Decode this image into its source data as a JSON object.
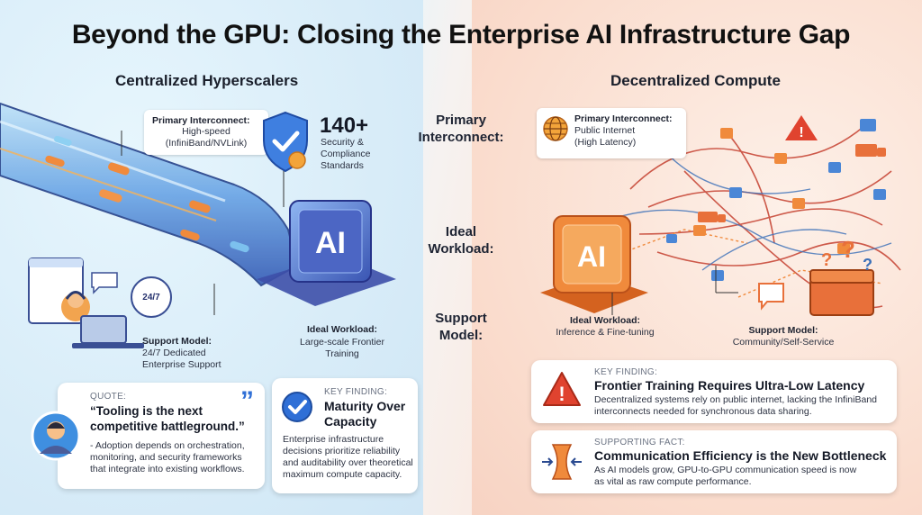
{
  "title": "Beyond the GPU: Closing the Enterprise AI Infrastructure Gap",
  "left": {
    "heading": "Centralized Hyperscalers",
    "interconnect": {
      "label": "Primary Interconnect:",
      "value_line1": "High-speed",
      "value_line2": "(InfiniBand/NVLink)"
    },
    "stat": {
      "value": "140+",
      "line1": "Security &",
      "line2": "Compliance",
      "line3": "Standards"
    },
    "chip_text": "AI",
    "support": {
      "label": "Support Model:",
      "line1": "24/7 Dedicated",
      "line2": "Enterprise Support",
      "badge": "24/7"
    },
    "workload": {
      "label": "Ideal Workload:",
      "line1": "Large-scale Frontier",
      "line2": "Training"
    },
    "quote_card": {
      "tag": "QUOTE:",
      "quote_line1": "“Tooling is the next",
      "quote_line2": "competitive battleground.”",
      "body_line1": "- Adoption depends on orchestration,",
      "body_line2": "monitoring, and security frameworks",
      "body_line3": "that integrate into existing workflows."
    },
    "finding_card": {
      "tag": "KEY FINDING:",
      "title_line1": "Maturity Over",
      "title_line2": "Capacity",
      "body_line1": "Enterprise infrastructure",
      "body_line2": "decisions prioritize reliability",
      "body_line3": "and auditability over theoretical",
      "body_line4": "maximum compute capacity."
    }
  },
  "middle": {
    "interconnect_line1": "Primary",
    "interconnect_line2": "Interconnect:",
    "workload_line1": "Ideal",
    "workload_line2": "Workload:",
    "support_line1": "Support",
    "support_line2": "Model:"
  },
  "right": {
    "heading": "Decentralized Compute",
    "interconnect": {
      "label": "Primary Interconnect:",
      "value_line1": "Public Internet",
      "value_line2": "(High Latency)"
    },
    "chip_text": "AI",
    "workload": {
      "label": "Ideal Workload:",
      "line1": "Inference & Fine-tuning"
    },
    "support": {
      "label": "Support Model:",
      "line1": "Community/Self-Service"
    },
    "finding_card": {
      "tag": "KEY FINDING:",
      "title": "Frontier Training Requires Ultra-Low Latency",
      "body_line1": "Decentralized systems rely on public internet, lacking the InfiniBand",
      "body_line2": "interconnects needed for synchronous data sharing."
    },
    "fact_card": {
      "tag": "SUPPORTING FACT:",
      "title": "Communication Efficiency is the New Bottleneck",
      "body_line1": "As AI models grow, GPU-to-GPU communication speed is now",
      "body_line2": "as vital as raw compute performance."
    }
  },
  "colors": {
    "blue_accent": "#2f6fd6",
    "red_accent": "#e04a2f",
    "orange_accent": "#f08a3c"
  }
}
